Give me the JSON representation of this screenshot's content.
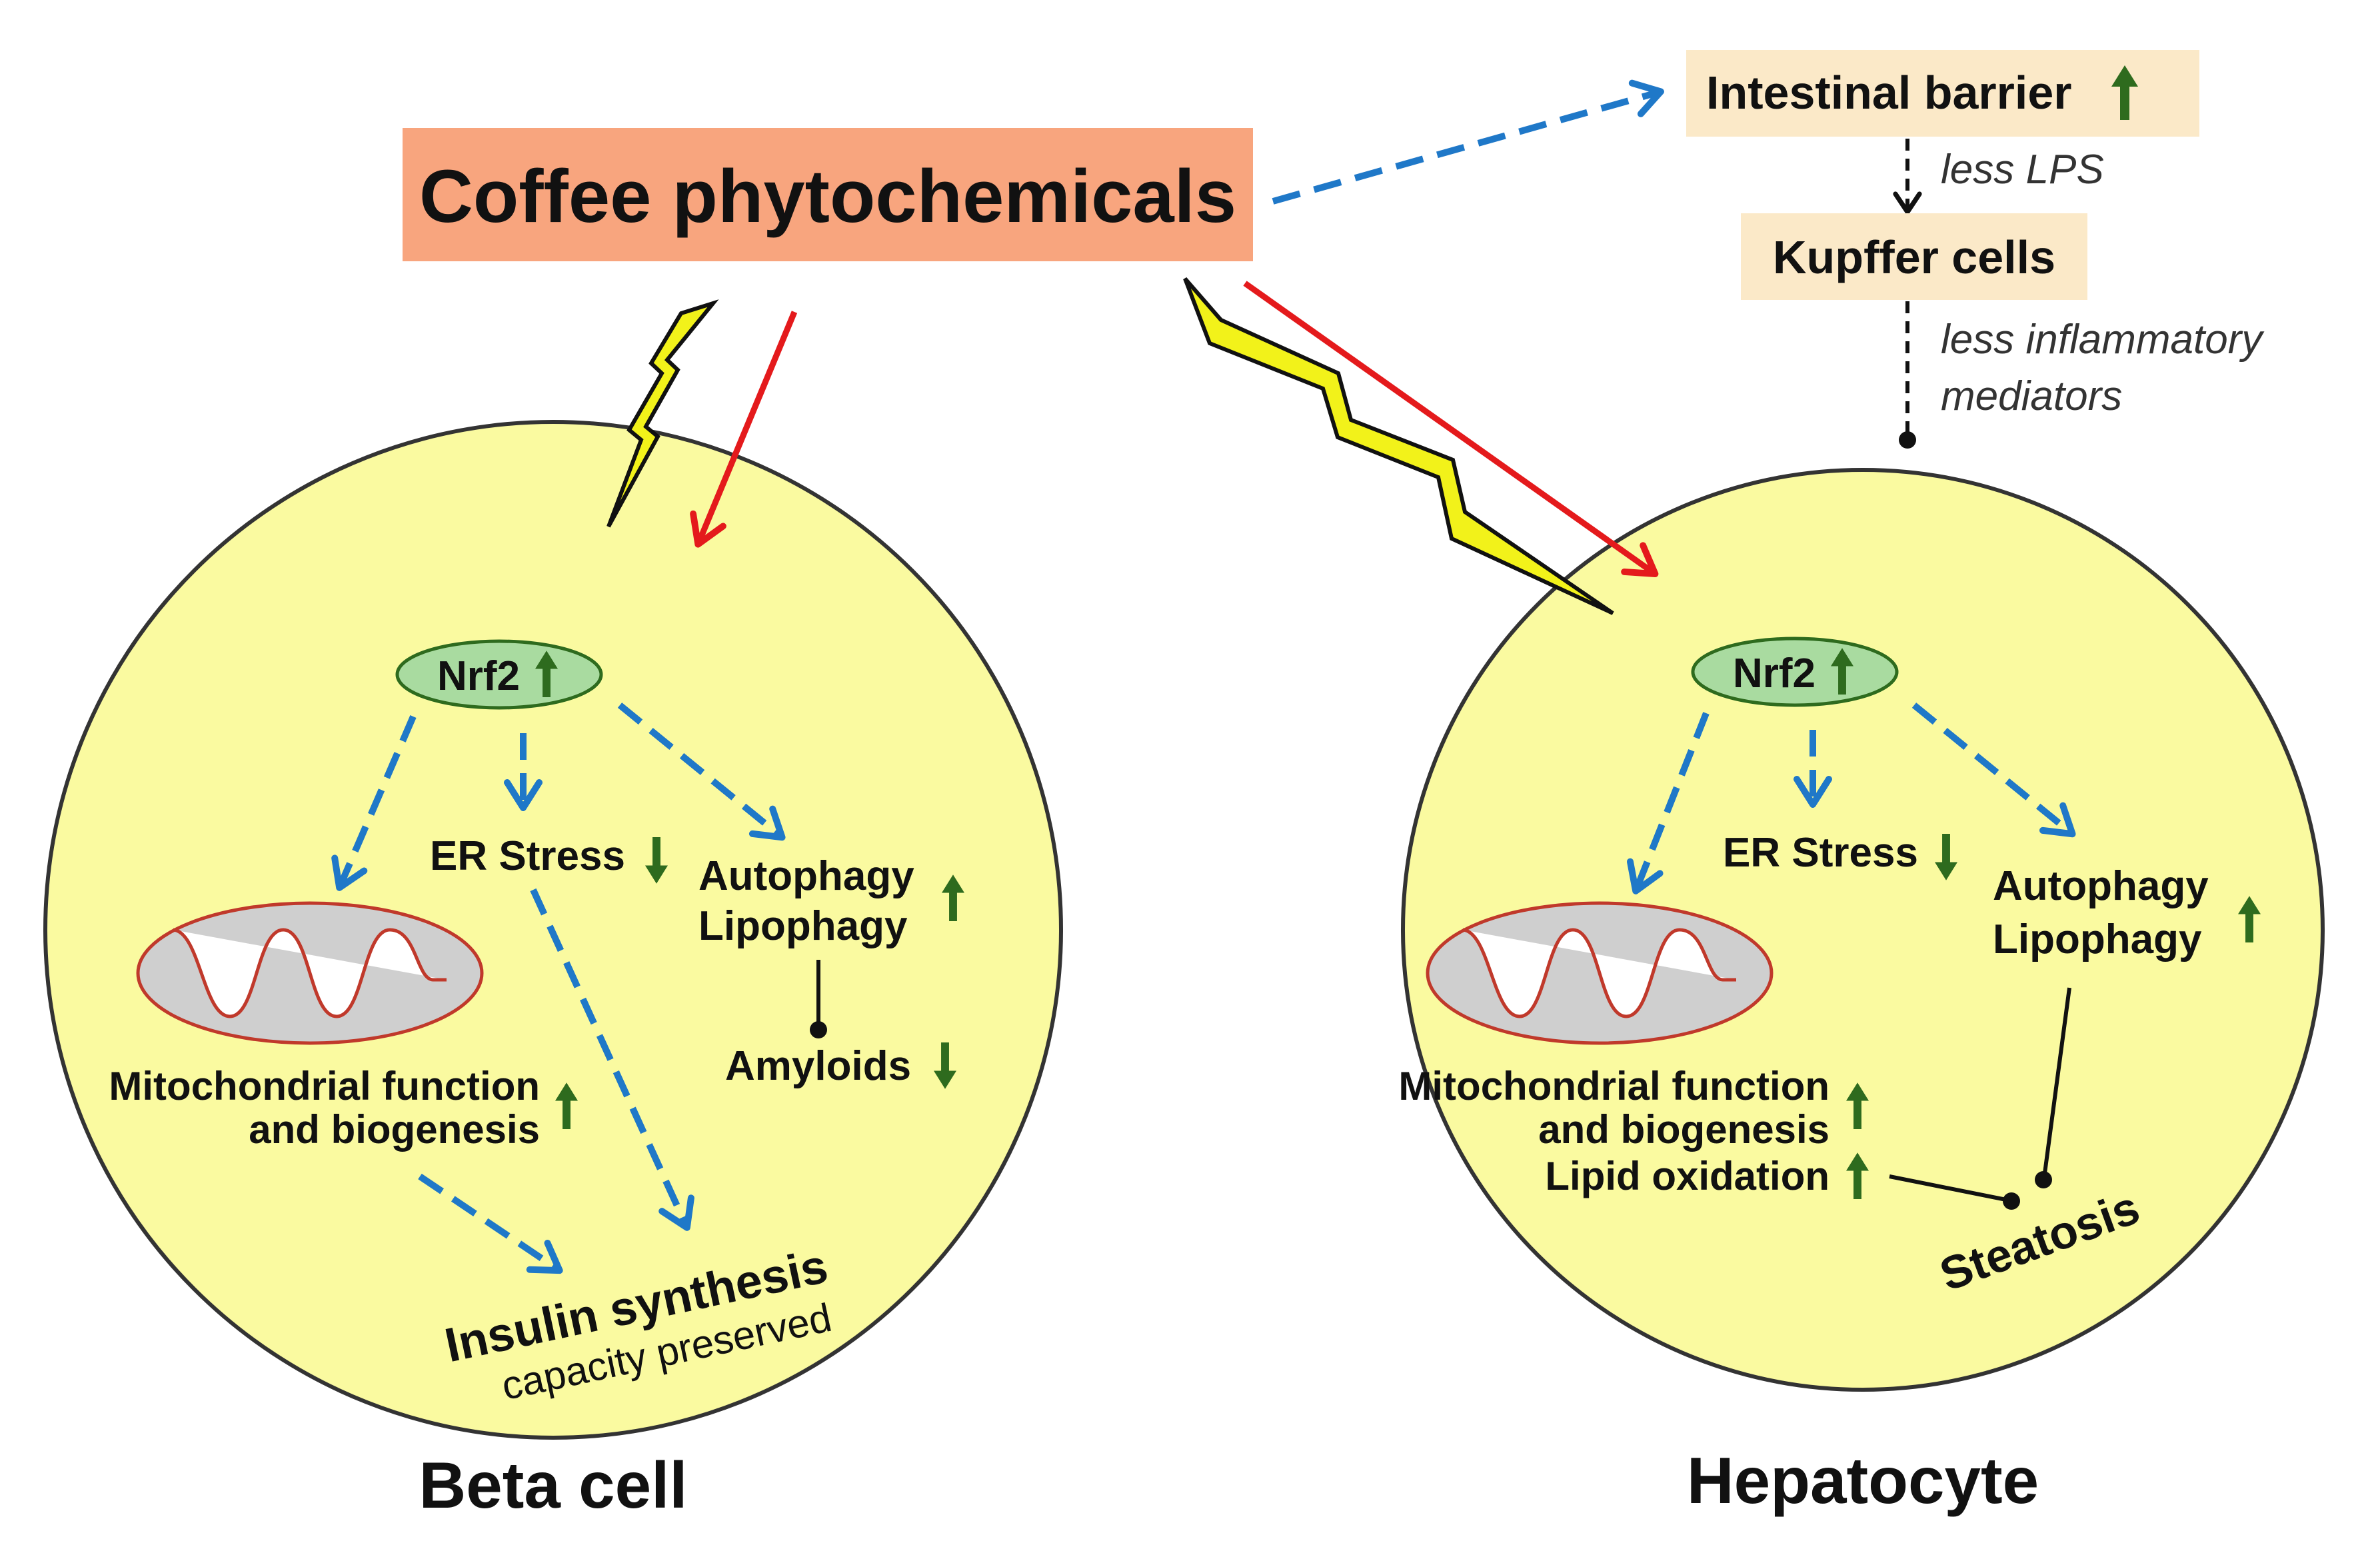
{
  "source": {
    "label": "Coffee phytochemicals"
  },
  "gut_pathway": {
    "intestinal_barrier": "Intestinal barrier",
    "less_lps": "less LPS",
    "kupffer_cells": "Kupffer cells",
    "less_inflammatory_line1": "less inflammatory",
    "less_inflammatory_line2": "mediators"
  },
  "beta_cell": {
    "title": "Beta cell",
    "nrf2": "Nrf2",
    "er_stress": "ER Stress",
    "autophagy": "Autophagy",
    "lipophagy": "Lipophagy",
    "amyloids": "Amyloids",
    "mito_line1": "Mitochondrial function",
    "mito_line2": "and biogenesis",
    "insulin_line1": "Insulin synthesis",
    "insulin_line2": "capacity preserved"
  },
  "hepatocyte": {
    "title": "Hepatocyte",
    "nrf2": "Nrf2",
    "er_stress": "ER Stress",
    "autophagy": "Autophagy",
    "lipophagy": "Lipophagy",
    "mito_line1": "Mitochondrial function",
    "mito_line2": "and biogenesis",
    "lipid_oxidation": "Lipid oxidation",
    "steatosis": "Steatosis"
  },
  "colors": {
    "cell_fill": "#fafaa0",
    "source_box": "#f8a57e",
    "gut_box": "#fbe9c8",
    "nrf2_fill": "#a9dba0",
    "blue_arrow": "#1f78c8",
    "red_arrow": "#e41a1c",
    "green_arrow": "#2e6b1e",
    "lightning": "#f2f21a"
  },
  "icons": {
    "up_arrow": "green-up-arrow-icon",
    "down_arrow": "green-down-arrow-icon",
    "lightning": "lightning-bolt-icon",
    "mitochondrion": "mitochondrion-icon"
  }
}
